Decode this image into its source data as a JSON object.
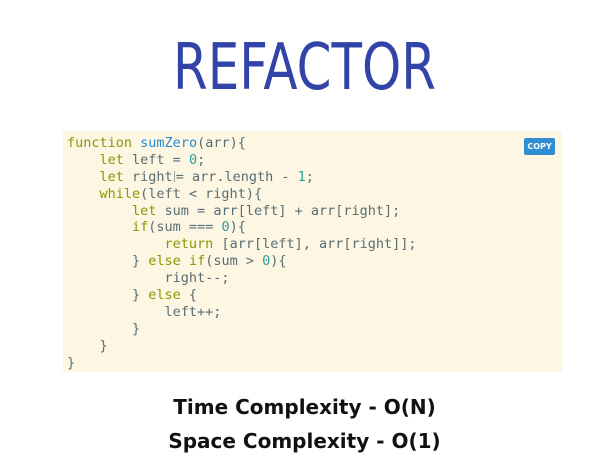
{
  "slide": {
    "title": "REFACTOR",
    "time_complexity": "Time Complexity - O(N)",
    "space_complexity": "Space Complexity - O(1)"
  },
  "code_block": {
    "copy_label": "COPY",
    "lines": [
      "function sumZero(arr){",
      "    let left = 0;",
      "    let right = arr.length - 1;",
      "    while(left < right){",
      "        let sum = arr[left] + arr[right];",
      "        if(sum === 0){",
      "            return [arr[left], arr[right]];",
      "        } else if(sum > 0){",
      "            right--;",
      "        } else {",
      "            left++;",
      "        }",
      "    }",
      "}"
    ]
  },
  "colors": {
    "title": "#3344a8",
    "code_background": "#fdf6e3",
    "copy_button": "#2f8fd1",
    "keyword": "#859900",
    "function_name": "#268bd2",
    "number": "#2aa198"
  }
}
